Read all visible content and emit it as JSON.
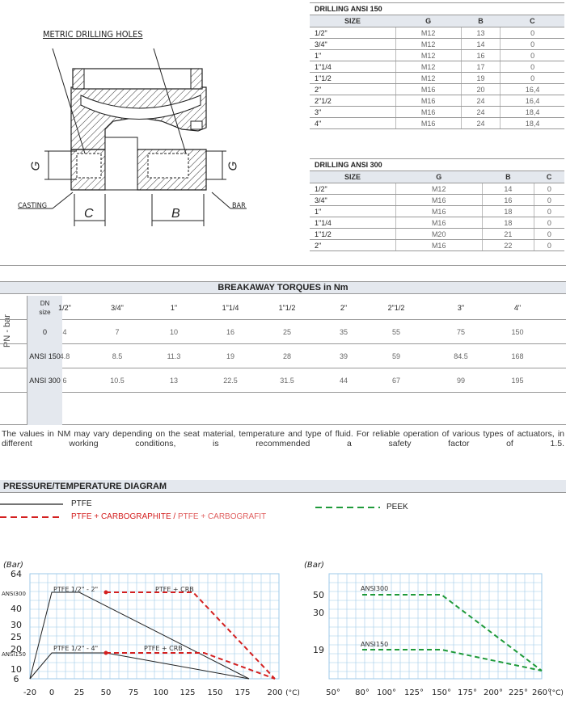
{
  "drawing": {
    "metric_label": "METRIC DRILLING HOLES",
    "casting_label": "CASTING",
    "bar_label": "BAR",
    "dim_g": "G",
    "dim_c": "C",
    "dim_b": "B"
  },
  "ansi150": {
    "title": "DRILLING ANSI 150",
    "headers": [
      "SIZE",
      "G",
      "B",
      "C"
    ],
    "rows": [
      [
        "1/2\"",
        "M12",
        "13",
        "0"
      ],
      [
        "3/4\"",
        "M12",
        "14",
        "0"
      ],
      [
        "1\"",
        "M12",
        "16",
        "0"
      ],
      [
        "1\"1/4",
        "M12",
        "17",
        "0"
      ],
      [
        "1\"1/2",
        "M12",
        "19",
        "0"
      ],
      [
        "2\"",
        "M16",
        "20",
        "16,4"
      ],
      [
        "2\"1/2",
        "M16",
        "24",
        "16,4"
      ],
      [
        "3\"",
        "M16",
        "24",
        "18,4"
      ],
      [
        "4\"",
        "M16",
        "24",
        "18,4"
      ]
    ]
  },
  "ansi300": {
    "title": "DRILLING ANSI 300",
    "headers": [
      "SIZE",
      "G",
      "B",
      "C"
    ],
    "rows": [
      [
        "1/2\"",
        "M12",
        "14",
        "0"
      ],
      [
        "3/4\"",
        "M16",
        "16",
        "0"
      ],
      [
        "1\"",
        "M16",
        "18",
        "0"
      ],
      [
        "1\"1/4",
        "M16",
        "18",
        "0"
      ],
      [
        "1\"1/2",
        "M20",
        "21",
        "0"
      ],
      [
        "2\"",
        "M16",
        "22",
        "0"
      ]
    ]
  },
  "breakaway": {
    "title": "BREAKAWAY TORQUES in Nm",
    "dn_label_1": "DN",
    "dn_label_2": "size",
    "sizes": [
      "1/2\"",
      "3/4\"",
      "1\"",
      "1\"1/4",
      "1\"1/2",
      "2\"",
      "2\"1/2",
      "3\"",
      "4\""
    ],
    "side_label": "PN - bar",
    "rows": [
      {
        "label": "0",
        "values": [
          "4",
          "7",
          "10",
          "16",
          "25",
          "35",
          "55",
          "75",
          "150"
        ]
      },
      {
        "label": "ANSI 150",
        "values": [
          "4.8",
          "8.5",
          "11.3",
          "19",
          "28",
          "39",
          "59",
          "84.5",
          "168"
        ]
      },
      {
        "label": "ANSI 300",
        "values": [
          "6",
          "10.5",
          "13",
          "22.5",
          "31.5",
          "44",
          "67",
          "99",
          "195"
        ]
      }
    ]
  },
  "note": "The values in NM may vary depending on the seat material, temperature and type of fluid. For reliable operation of various types of actuators, in different working conditions, is recommended a safety factor of 1.5.",
  "pt_diagram": {
    "title": "PRESSURE/TEMPERATURE DIAGRAM",
    "legend_ptfe": "PTFE",
    "legend_crb_a": "PTFE + CARBOGRAPHITE",
    "legend_sep": "/",
    "legend_crb_b": "PTFE + CARBOGRAFIT",
    "legend_peek": "PEEK",
    "colors": {
      "ptfe": "#222222",
      "crb": "#d42020",
      "peek": "#1f9a3a",
      "grid": "#9ec9e8"
    }
  },
  "chart_data": [
    {
      "type": "line",
      "ylabel": "(Bar)",
      "xlabel": "(°C)",
      "x_ticks": [
        "-20",
        "0",
        "25",
        "50",
        "75",
        "100",
        "125",
        "150",
        "175",
        "200"
      ],
      "y_ticks": [
        "64",
        "ANSI300",
        "40",
        "30",
        "25",
        "20",
        "ANSI150",
        "10",
        "6"
      ],
      "annotations": [
        "PTFE 1/2\" - 2\"",
        "PTFE + CRB",
        "PTFE 1/2\" - 4\"",
        "PTFE + CRB"
      ],
      "series": [
        {
          "name": "PTFE",
          "style": "solid",
          "x": [
            -20,
            0,
            25,
            180
          ],
          "y": [
            6,
            51,
            51,
            6
          ]
        },
        {
          "name": "PTFE",
          "style": "solid",
          "x": [
            -20,
            0,
            50,
            180
          ],
          "y": [
            6,
            18,
            18,
            6
          ]
        },
        {
          "name": "PTFE + CARBOGRAPHITE",
          "style": "dashed",
          "x": [
            50,
            130,
            200
          ],
          "y": [
            51,
            51,
            6
          ]
        },
        {
          "name": "PTFE + CARBOGRAPHITE",
          "style": "dashed",
          "x": [
            50,
            140,
            200
          ],
          "y": [
            18,
            18,
            6
          ]
        }
      ]
    },
    {
      "type": "line",
      "ylabel": "(Bar)",
      "xlabel": "(°C)",
      "x_ticks": [
        "50°",
        "80°",
        "100°",
        "125°",
        "150°",
        "175°",
        "200°",
        "225°",
        "260°"
      ],
      "y_ticks": [
        "50",
        "30",
        "19"
      ],
      "annotations": [
        "ANSI300",
        "ANSI150"
      ],
      "series": [
        {
          "name": "PEEK",
          "style": "dashed",
          "x": [
            80,
            150,
            260
          ],
          "y": [
            50,
            50,
            13
          ]
        },
        {
          "name": "PEEK",
          "style": "dashed",
          "x": [
            80,
            150,
            260
          ],
          "y": [
            19,
            19,
            13
          ]
        }
      ]
    }
  ]
}
